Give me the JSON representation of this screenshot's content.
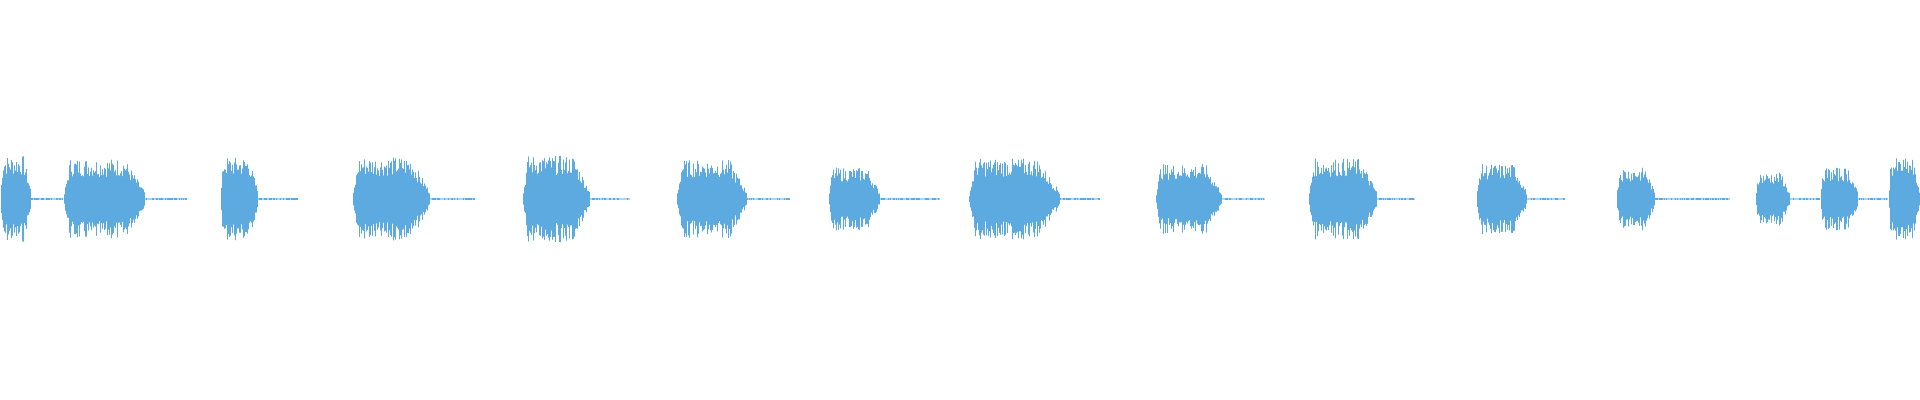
{
  "waveform": {
    "color": "#5DAAE0",
    "background": "#FFFFFF",
    "segments": [
      {
        "start": 0.0,
        "end": 0.031,
        "amplitude": 0.62
      },
      {
        "start": 0.031,
        "end": 0.063,
        "amplitude": 0.0
      },
      {
        "start": 0.063,
        "end": 0.145,
        "amplitude": 0.58
      },
      {
        "start": 0.145,
        "end": 0.187,
        "amplitude": 0.02
      },
      {
        "start": 0.22,
        "end": 0.258,
        "amplitude": 0.6
      },
      {
        "start": 0.258,
        "end": 0.298,
        "amplitude": 0.02
      },
      {
        "start": 0.352,
        "end": 0.43,
        "amplitude": 0.6
      },
      {
        "start": 0.43,
        "end": 0.475,
        "amplitude": 0.02
      },
      {
        "start": 0.522,
        "end": 0.59,
        "amplitude": 0.62
      },
      {
        "start": 0.59,
        "end": 0.63,
        "amplitude": 0.02
      },
      {
        "start": 0.676,
        "end": 0.747,
        "amplitude": 0.56
      },
      {
        "start": 0.747,
        "end": 0.79,
        "amplitude": 0.02
      },
      {
        "start": 0.828,
        "end": 0.88,
        "amplitude": 0.45
      },
      {
        "start": 0.88,
        "end": 0.94,
        "amplitude": 0.02
      },
      {
        "start": 0.968,
        "end": 1.06,
        "amplitude": 0.58
      },
      {
        "start": 1.06,
        "end": 1.1,
        "amplitude": 0.02
      },
      {
        "start": 1.155,
        "end": 1.222,
        "amplitude": 0.5
      },
      {
        "start": 1.222,
        "end": 1.265,
        "amplitude": 0.02
      },
      {
        "start": 1.308,
        "end": 1.377,
        "amplitude": 0.58
      },
      {
        "start": 1.377,
        "end": 1.415,
        "amplitude": 0.02
      },
      {
        "start": 1.476,
        "end": 1.527,
        "amplitude": 0.5
      },
      {
        "start": 1.527,
        "end": 1.565,
        "amplitude": 0.02
      },
      {
        "start": 1.616,
        "end": 1.655,
        "amplitude": 0.45
      },
      {
        "start": 1.655,
        "end": 1.73,
        "amplitude": 0.02
      },
      {
        "start": 1.755,
        "end": 1.79,
        "amplitude": 0.38
      },
      {
        "start": 1.79,
        "end": 1.82,
        "amplitude": 0.0
      },
      {
        "start": 1.82,
        "end": 1.858,
        "amplitude": 0.45
      },
      {
        "start": 1.858,
        "end": 1.888,
        "amplitude": 0.0
      },
      {
        "start": 1.888,
        "end": 1.92,
        "amplitude": 0.58
      }
    ]
  }
}
